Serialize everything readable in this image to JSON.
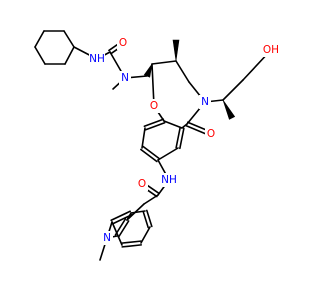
{
  "molecule": {
    "colors": {
      "carbon": "#000000",
      "nitrogen": "#0000ff",
      "oxygen": "#ff0000"
    },
    "atom_labels": {
      "nh_urea": "NH",
      "n_urea": "N",
      "o_carbonyl_urea": "O",
      "o_ring": "O",
      "n_ring": "N",
      "o_lactam": "O",
      "oh": "OH",
      "nh_amide": "NH",
      "o_amide": "O",
      "n_indole": "N"
    }
  }
}
